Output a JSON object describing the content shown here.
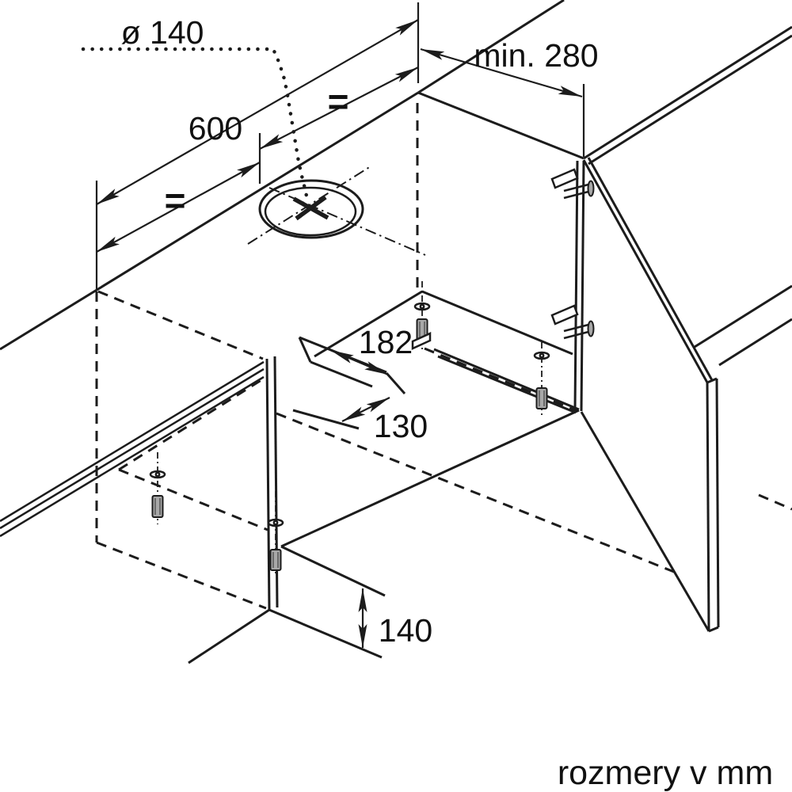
{
  "diagram": {
    "type": "appliance-installation-drawing",
    "subject": "telescopic cooker hood in 600 mm wall cabinet, isometric view",
    "caption": "rozmery v mm",
    "labels": {
      "hole_diameter": "ø 140",
      "cabinet_width": "600",
      "equal_left": "=",
      "equal_right": "=",
      "min_clearance": "min. 280",
      "cutout_depth": "182",
      "cutout_width": "130",
      "bottom_panel_height": "140"
    },
    "icons": {
      "screw": "mounting-screw-icon",
      "hinge": "door-hinge-icon",
      "bracket": "fixing-bracket-icon",
      "vent_hole": "duct-hole-icon"
    },
    "colors": {
      "line": "#1c1c1c",
      "background": "#ffffff",
      "text": "#111111"
    }
  }
}
